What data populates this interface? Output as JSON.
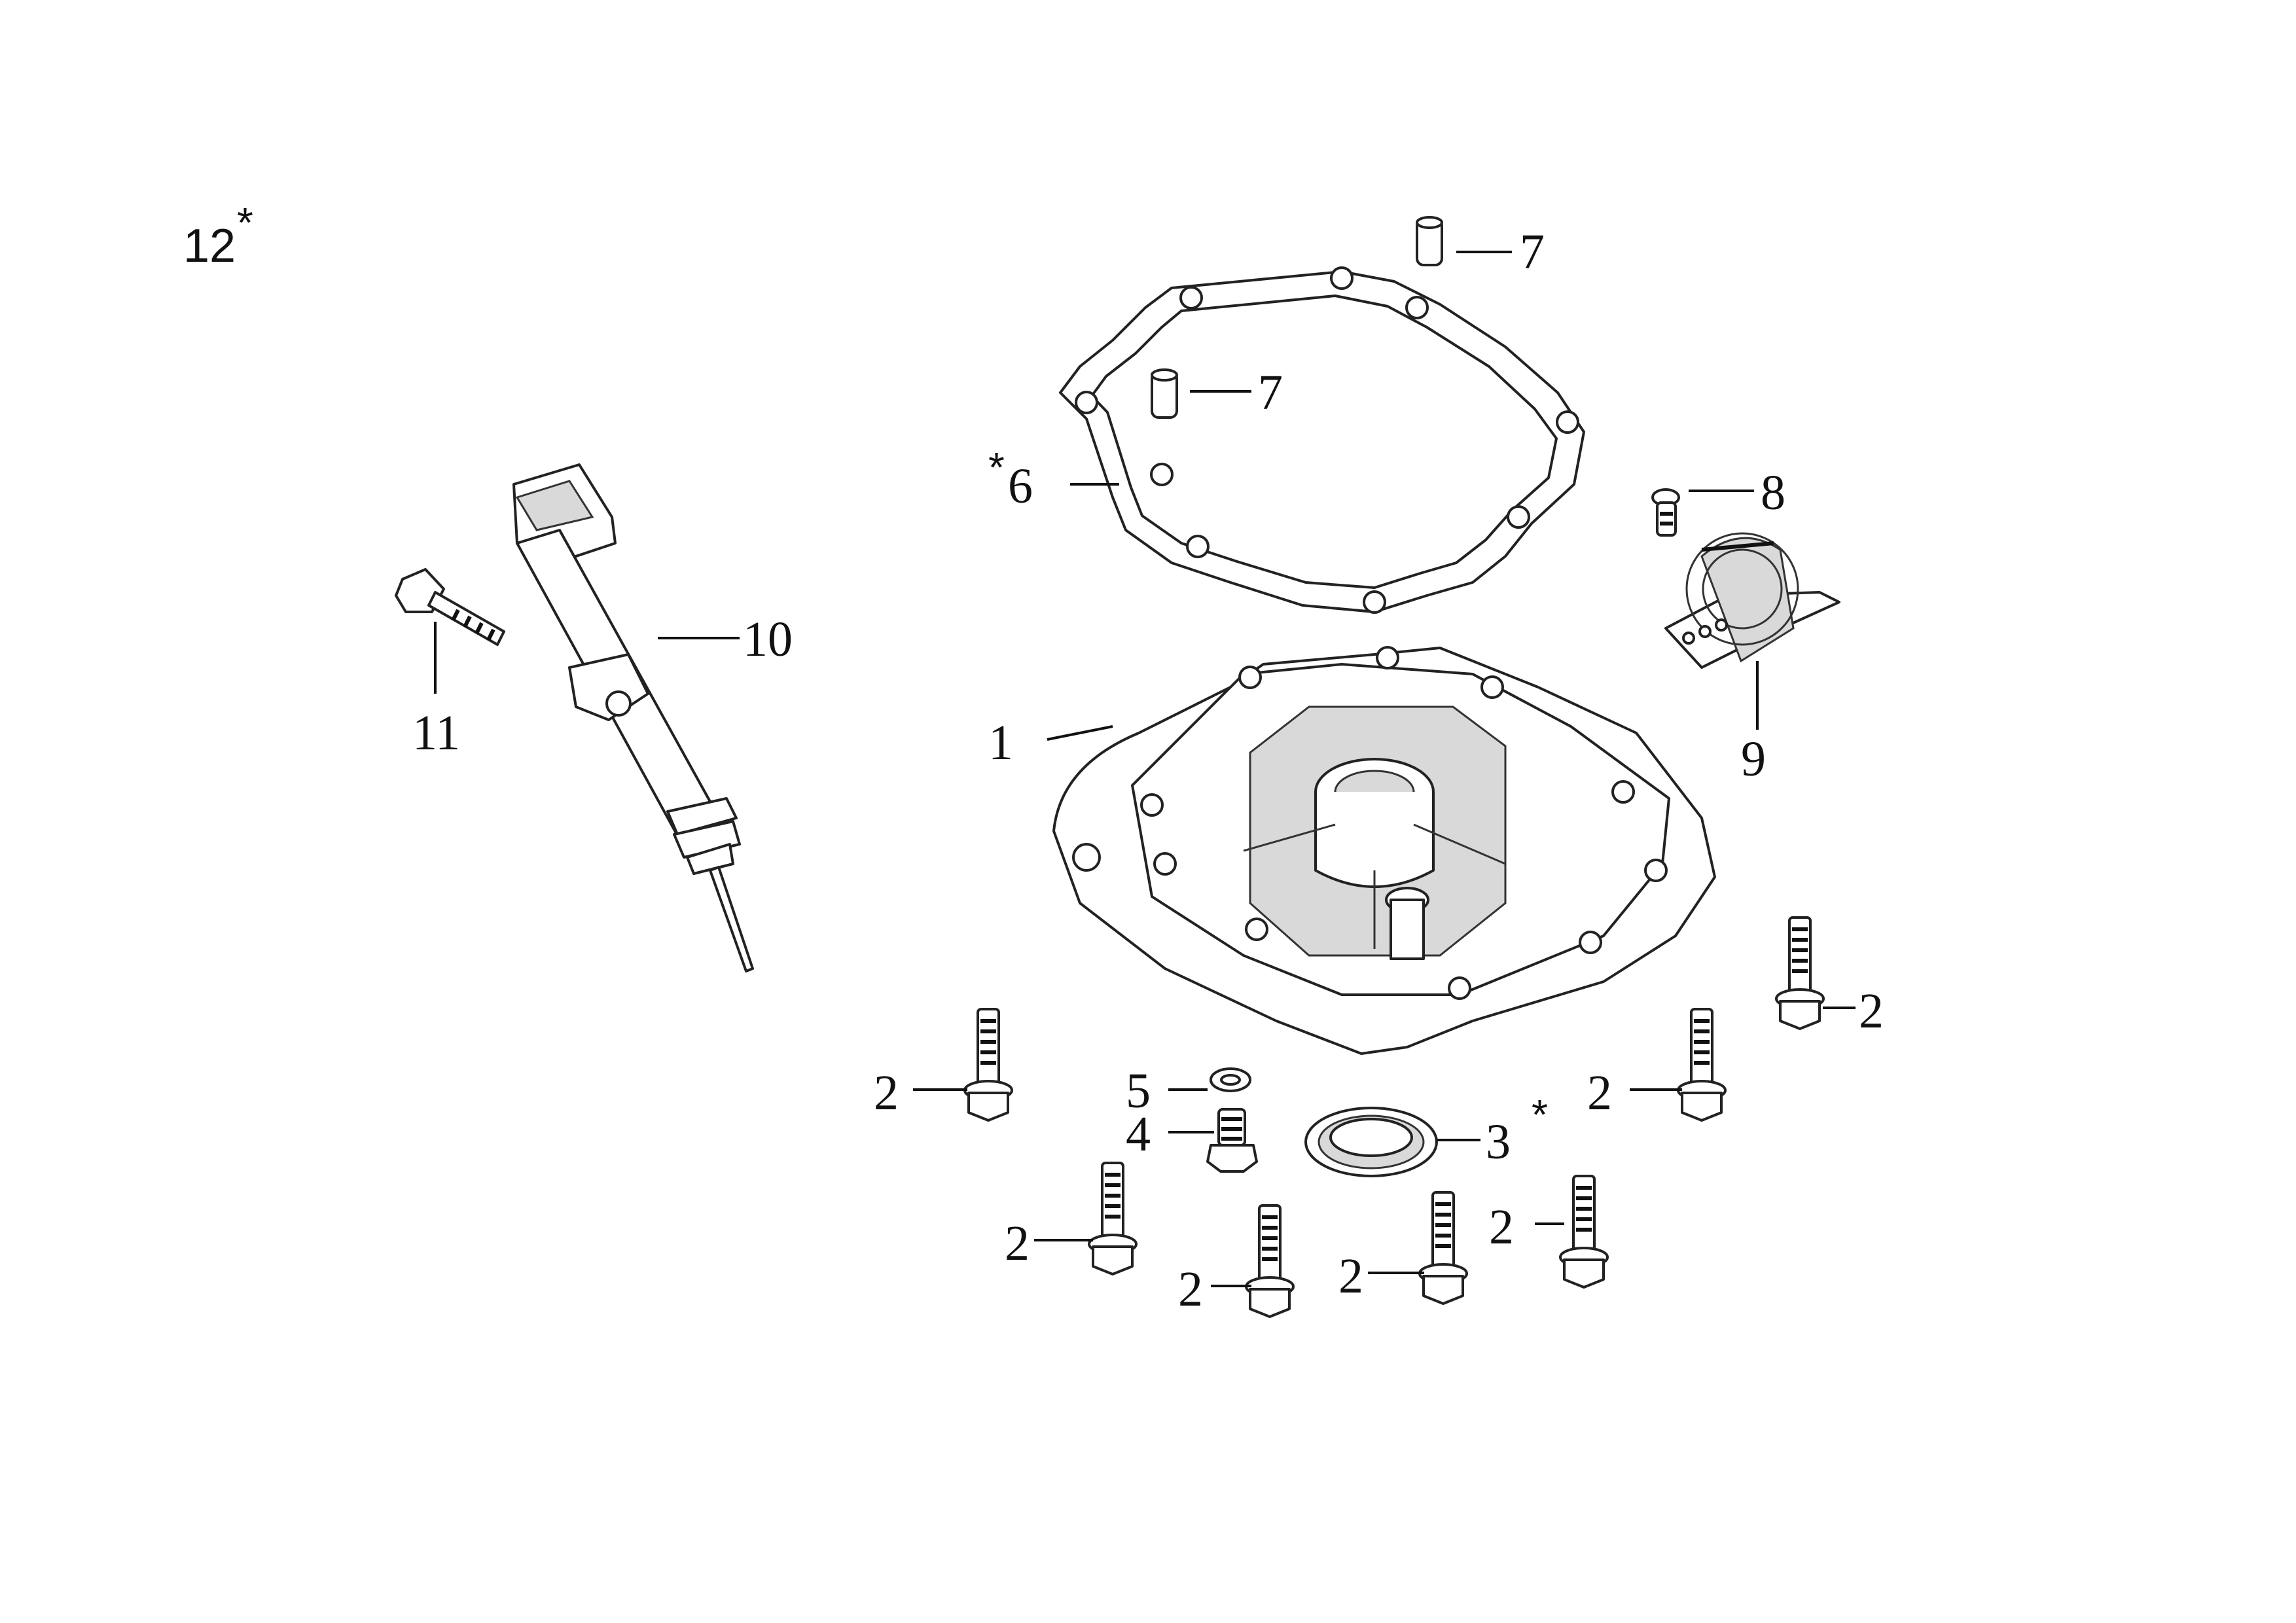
{
  "title_label": "12",
  "title_asterisk": "*",
  "callouts": {
    "c1": "1",
    "c2": "2",
    "c3": "3",
    "c4": "4",
    "c5": "5",
    "c6": "6",
    "c7": "7",
    "c8": "8",
    "c9": "9",
    "c10": "10",
    "c11": "11"
  },
  "asterisk": "*",
  "parts": [
    {
      "number": "1",
      "name": "crankcase-cover"
    },
    {
      "number": "2",
      "name": "flange-bolt"
    },
    {
      "number": "3",
      "name": "oil-seal"
    },
    {
      "number": "4",
      "name": "drain-plug"
    },
    {
      "number": "5",
      "name": "washer"
    },
    {
      "number": "6",
      "name": "gasket"
    },
    {
      "number": "7",
      "name": "dowel-pin"
    },
    {
      "number": "8",
      "name": "screw"
    },
    {
      "number": "9",
      "name": "governor-assembly"
    },
    {
      "number": "10",
      "name": "dipstick-tube"
    },
    {
      "number": "11",
      "name": "bolt"
    }
  ],
  "starred_parts": [
    "3",
    "6",
    "12"
  ]
}
